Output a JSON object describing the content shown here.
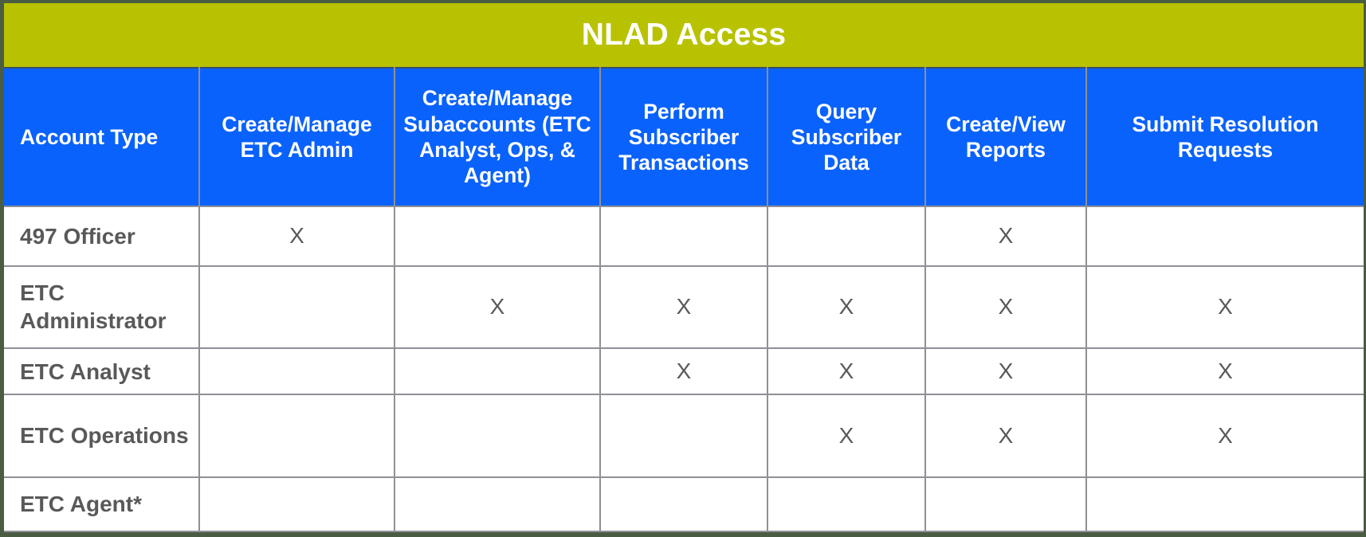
{
  "title": "NLAD Access",
  "colors": {
    "title_bar": "#b9c200",
    "header_blue": "#0a62fc",
    "frame": "#4a5c42",
    "grid_line": "#8e9096",
    "body_text": "#595959"
  },
  "columns": [
    "Account Type",
    "Create/Manage ETC Admin",
    "Create/Manage Subaccounts (ETC Analyst, Ops, & Agent)",
    "Perform Subscriber Transactions",
    "Query Subscriber Data",
    "Create/View Reports",
    "Submit Resolution Requests"
  ],
  "mark": "X",
  "rows": [
    {
      "label": "497 Officer",
      "cells": [
        "X",
        "",
        "",
        "",
        "X",
        ""
      ]
    },
    {
      "label": "ETC Administrator",
      "cells": [
        "",
        "X",
        "X",
        "X",
        "X",
        "X"
      ]
    },
    {
      "label": "ETC Analyst",
      "cells": [
        "",
        "",
        "X",
        "X",
        "X",
        "X"
      ]
    },
    {
      "label": "ETC Operations",
      "cells": [
        "",
        "",
        "",
        "X",
        "X",
        "X"
      ]
    },
    {
      "label": "ETC Agent*",
      "cells": [
        "",
        "",
        "",
        "",
        "",
        ""
      ]
    }
  ]
}
